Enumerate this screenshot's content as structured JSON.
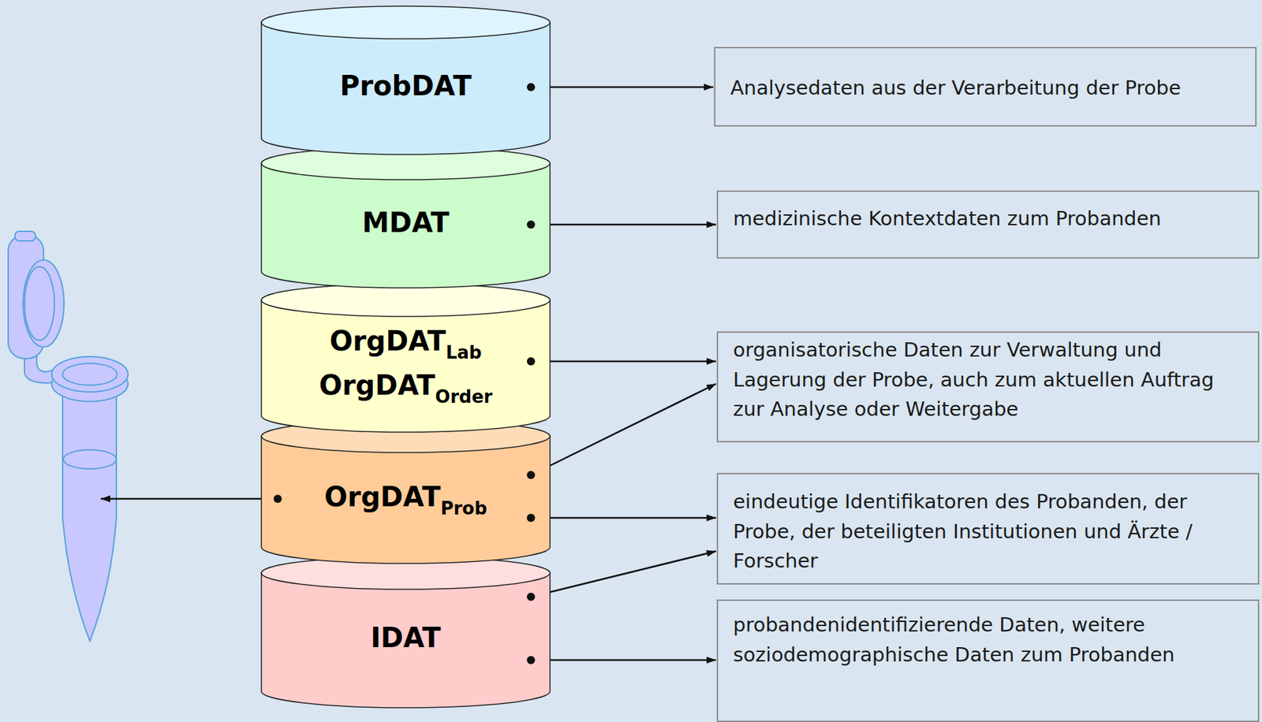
{
  "diagram": {
    "nodes": [
      {
        "text": [
          "ProbDAT"
        ]
      },
      {
        "text": [
          "MDAT"
        ]
      },
      {
        "text": [
          "OrgDAT",
          "Lab",
          "OrgDAT",
          "Order"
        ]
      },
      {
        "text": [
          "OrgDAT",
          "Prob"
        ]
      },
      {
        "text": [
          "IDAT"
        ]
      },
      {
        "text": [
          "Analysedaten aus der Verarbeitung der Probe"
        ]
      },
      {
        "text": [
          "medizinische Kontextdaten zum Probanden"
        ]
      },
      {
        "text": [
          "organisatorische Daten zur Verwaltung und Lagerung der Probe, auch zum aktuellen Auftrag zur Analyse oder Weitergabe"
        ]
      },
      {
        "text": [
          "eindeutige Identifikatoren des Probanden, der Probe, der beteiligten Institutionen und Ärzte / Forscher"
        ]
      },
      {
        "text": [
          "probandenidentifizierende Daten, weitere soziodemographische Daten zum Probanden"
        ]
      }
    ],
    "edges": [
      {
        "from": 0,
        "to": 5,
        "arrow": "to"
      },
      {
        "from": 1,
        "to": 6,
        "arrow": "to"
      },
      {
        "from": 2,
        "to": 7,
        "arrow": "to"
      },
      {
        "from": 3,
        "to": 7,
        "arrow": "to"
      },
      {
        "from": 3,
        "to": 8,
        "arrow": "to"
      },
      {
        "from": 4,
        "to": 8,
        "arrow": "to"
      },
      {
        "from": 4,
        "to": 9,
        "arrow": "to"
      }
    ]
  }
}
